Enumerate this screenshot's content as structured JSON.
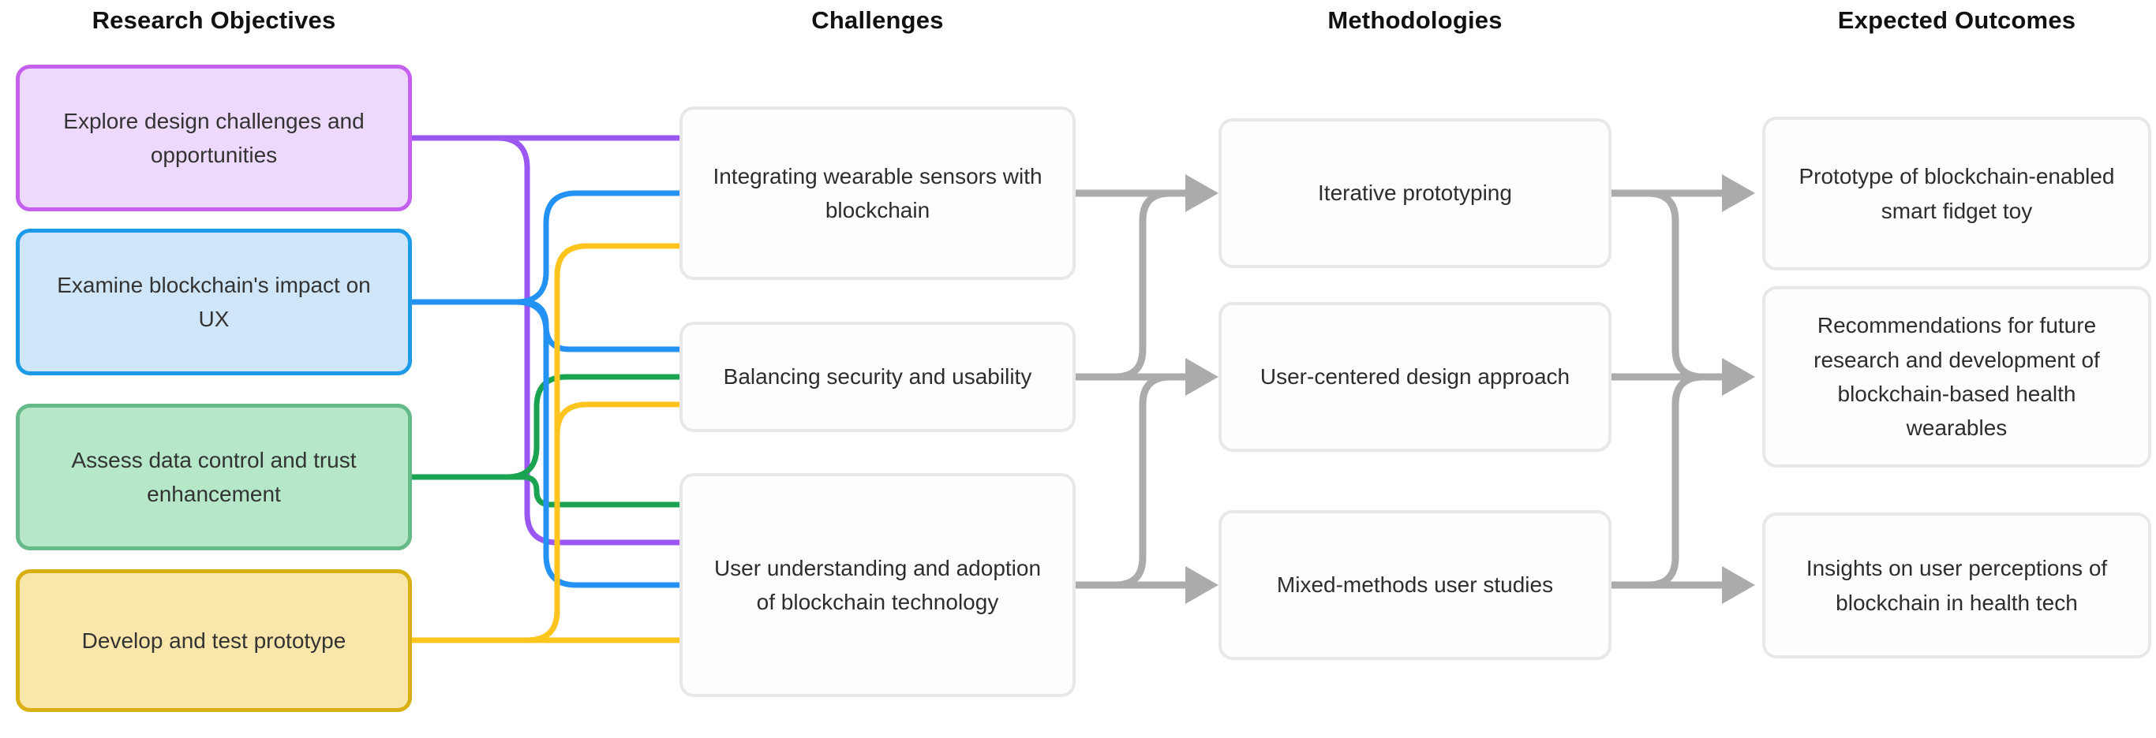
{
  "diagram": {
    "columns": [
      {
        "id": "objectives",
        "header": "Research Objectives",
        "items": [
          {
            "id": "obj1",
            "label": "Explore design challenges and opportunities",
            "fill": "#ecd9fb",
            "border": "#c560ef"
          },
          {
            "id": "obj2",
            "label": "Examine blockchain's impact on UX",
            "fill": "#cfe6f8",
            "border": "#1d9be9"
          },
          {
            "id": "obj3",
            "label": "Assess data control and trust enhancement",
            "fill": "#b5e7c8",
            "border": "#66b989"
          },
          {
            "id": "obj4",
            "label": "Develop and test prototype",
            "fill": "#f9e6ab",
            "border": "#d8b013"
          }
        ]
      },
      {
        "id": "challenges",
        "header": "Challenges",
        "items": [
          {
            "id": "c1",
            "label": "Integrating wearable sensors with blockchain"
          },
          {
            "id": "c2",
            "label": "Balancing security and usability"
          },
          {
            "id": "c3",
            "label": "User understanding and adoption of blockchain technology"
          }
        ]
      },
      {
        "id": "methodologies",
        "header": "Methodologies",
        "items": [
          {
            "id": "m1",
            "label": "Iterative prototyping"
          },
          {
            "id": "m2",
            "label": "User-centered design approach"
          },
          {
            "id": "m3",
            "label": "Mixed-methods user studies"
          }
        ]
      },
      {
        "id": "outcomes",
        "header": "Expected Outcomes",
        "items": [
          {
            "id": "out1",
            "label": "Prototype of blockchain-enabled smart fidget toy"
          },
          {
            "id": "out2",
            "label": "Recommendations for future research and development of blockchain-based health wearables"
          },
          {
            "id": "out3",
            "label": "Insights on user perceptions of blockchain in health tech"
          }
        ]
      }
    ],
    "edges": [
      {
        "from": "obj1",
        "to": "c1",
        "color": "#9b57f2",
        "arrow": false
      },
      {
        "from": "obj1",
        "to": "c3",
        "color": "#9b57f2",
        "arrow": false
      },
      {
        "from": "obj3",
        "to": "c2",
        "color": "#1aa351",
        "arrow": false
      },
      {
        "from": "obj3",
        "to": "c3",
        "color": "#1aa351",
        "arrow": false
      },
      {
        "from": "obj2",
        "to": "c1",
        "color": "#2392f3",
        "arrow": false
      },
      {
        "from": "obj2",
        "to": "c2",
        "color": "#2392f3",
        "arrow": false
      },
      {
        "from": "obj2",
        "to": "c3",
        "color": "#2392f3",
        "arrow": false
      },
      {
        "from": "obj4",
        "to": "c1",
        "color": "#fcc41d",
        "arrow": false
      },
      {
        "from": "obj4",
        "to": "c2",
        "color": "#fcc41d",
        "arrow": false
      },
      {
        "from": "obj4",
        "to": "c3",
        "color": "#fcc41d",
        "arrow": false
      },
      {
        "from": "c1",
        "to": "m1",
        "color": "#ababab",
        "arrow": true
      },
      {
        "from": "c2",
        "to": "m1",
        "color": "#ababab",
        "arrow": true
      },
      {
        "from": "c2",
        "to": "m2",
        "color": "#ababab",
        "arrow": true
      },
      {
        "from": "c3",
        "to": "m2",
        "color": "#ababab",
        "arrow": true
      },
      {
        "from": "c3",
        "to": "m3",
        "color": "#ababab",
        "arrow": true
      },
      {
        "from": "m1",
        "to": "out1",
        "color": "#ababab",
        "arrow": true
      },
      {
        "from": "m1",
        "to": "out2",
        "color": "#ababab",
        "arrow": true
      },
      {
        "from": "m2",
        "to": "out2",
        "color": "#ababab",
        "arrow": true
      },
      {
        "from": "m3",
        "to": "out2",
        "color": "#ababab",
        "arrow": true
      },
      {
        "from": "m3",
        "to": "out3",
        "color": "#ababab",
        "arrow": true
      }
    ],
    "arrow_color": "#ababab"
  }
}
